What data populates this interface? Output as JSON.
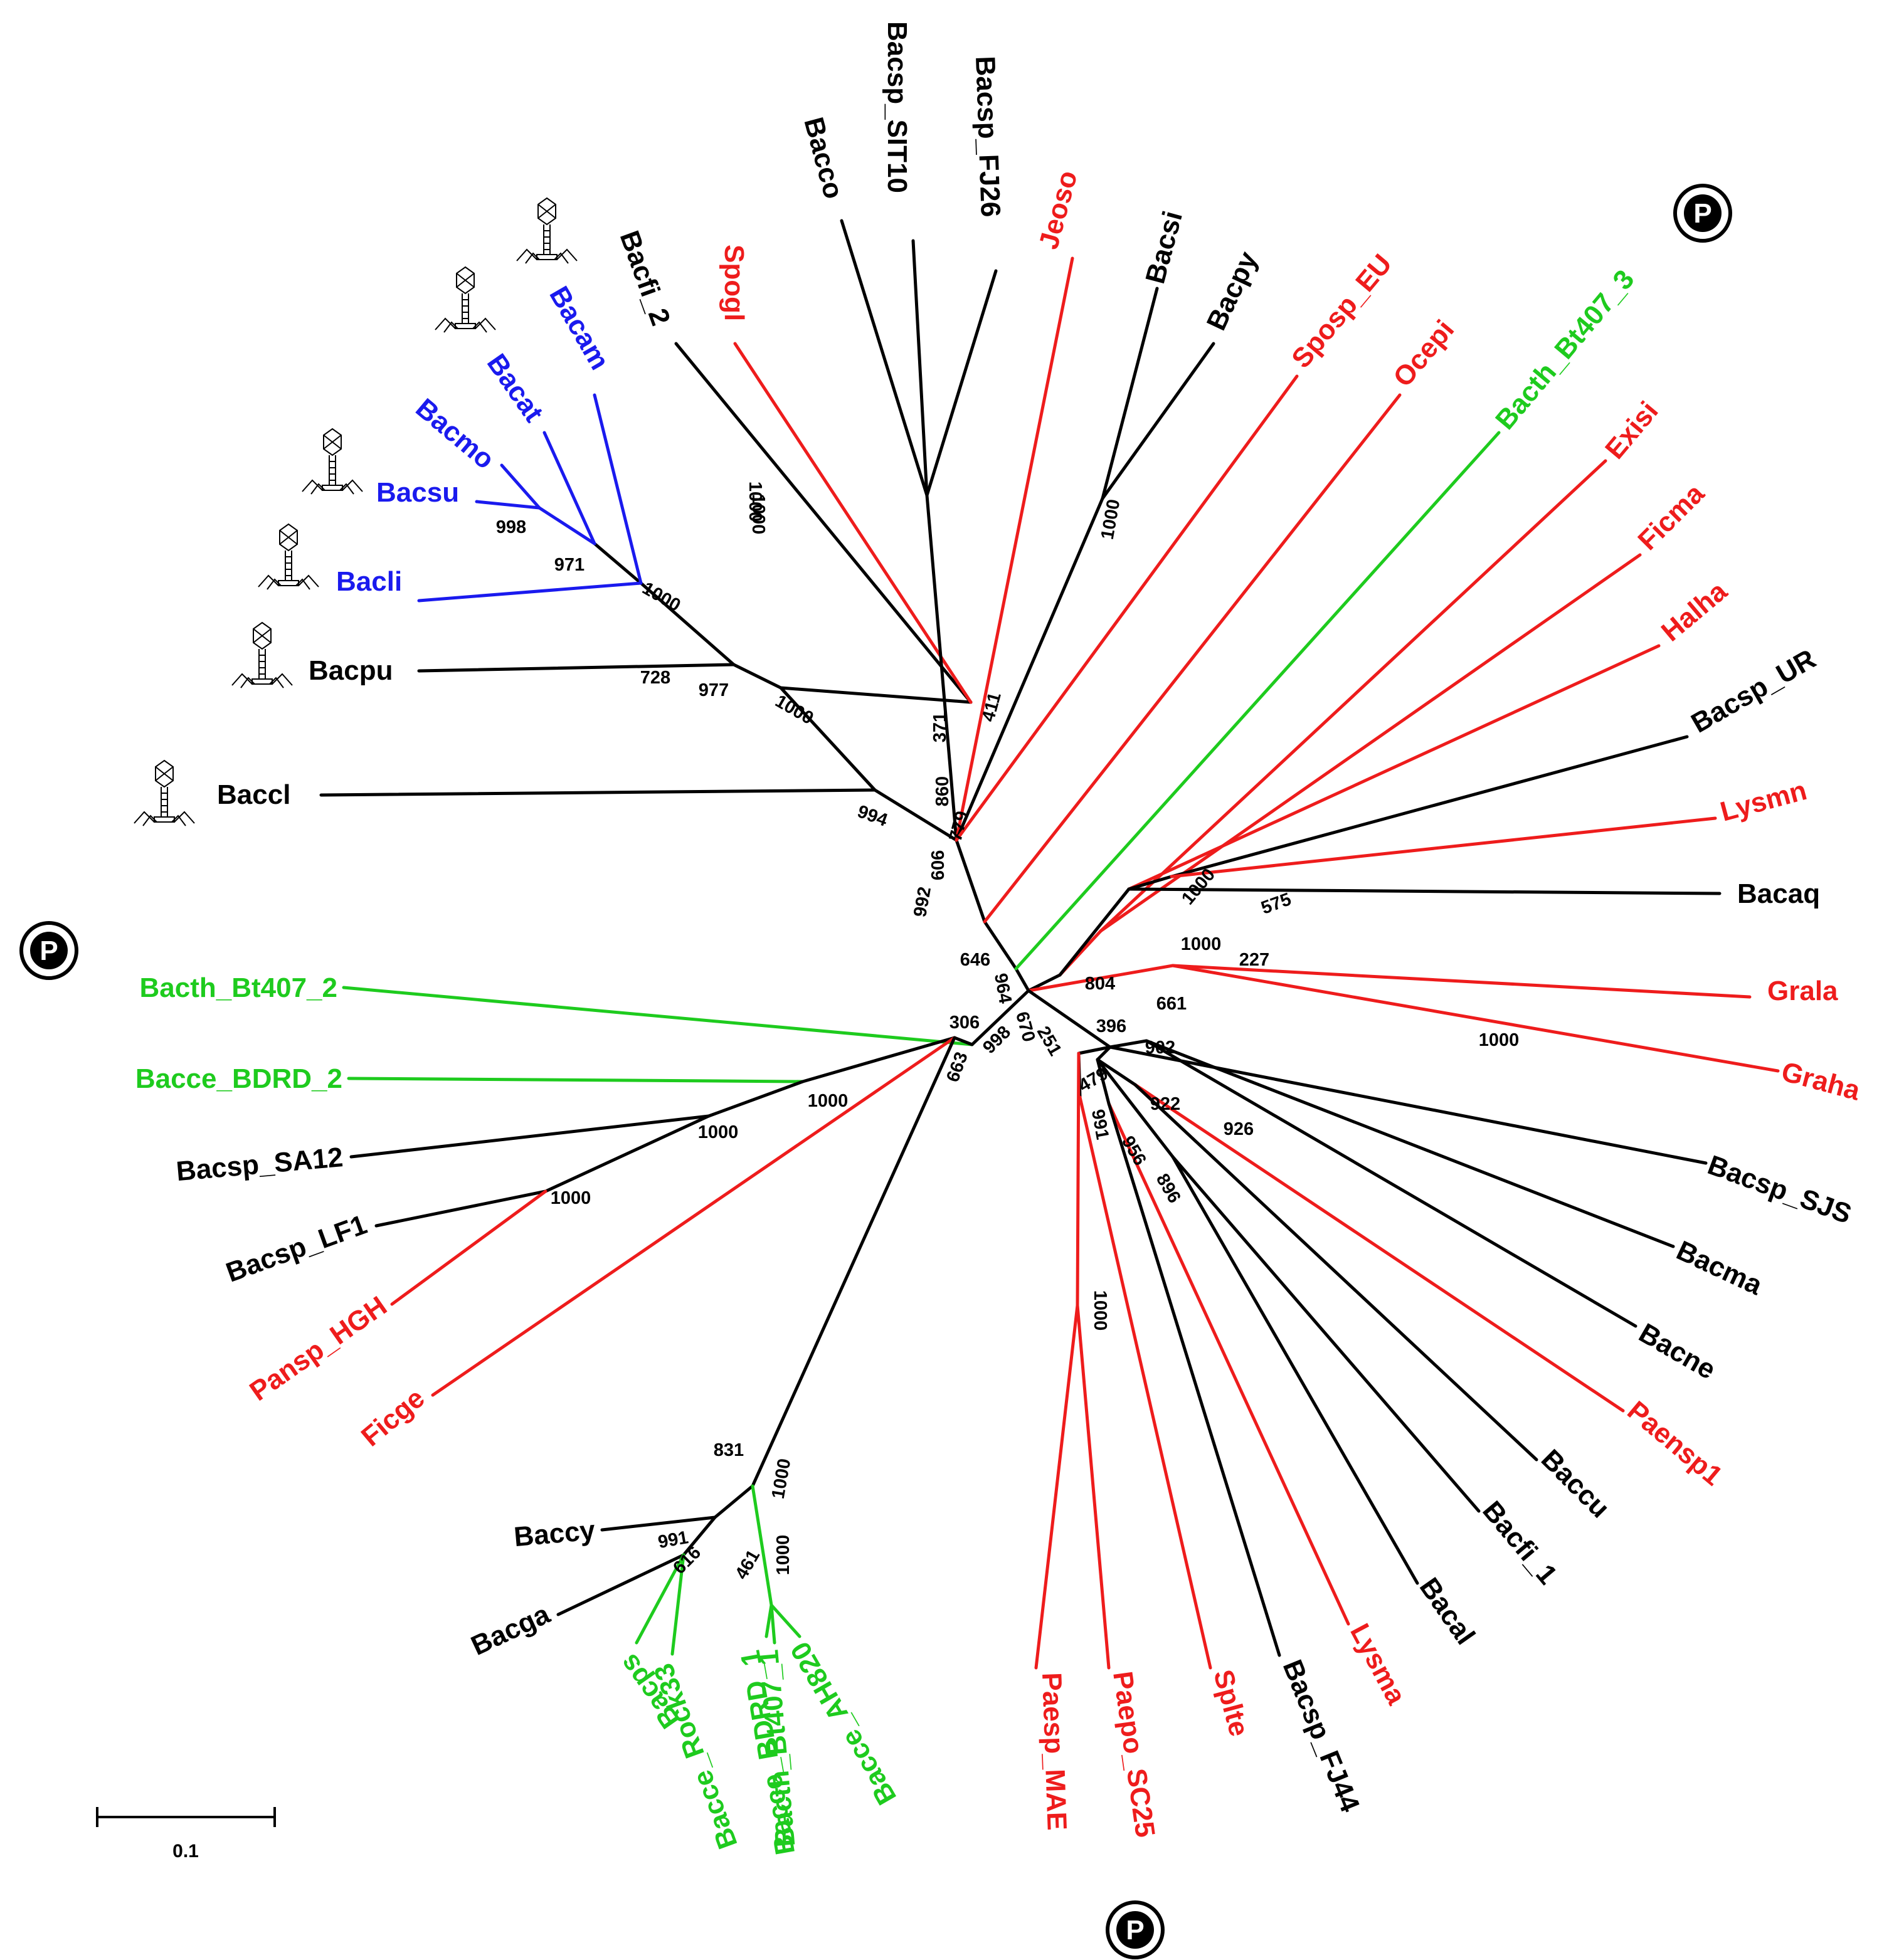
{
  "colors": {
    "black": "#000000",
    "red": "#ee1c1c",
    "green": "#1ecb1e",
    "blue": "#1a1aee"
  },
  "leaves": [
    {
      "id": "Baccl",
      "label": "Baccl",
      "color": "black"
    },
    {
      "id": "Bacpu",
      "label": "Bacpu",
      "color": "black"
    },
    {
      "id": "Bacli",
      "label": "Bacli",
      "color": "blue"
    },
    {
      "id": "Bacsu",
      "label": "Bacsu",
      "color": "blue"
    },
    {
      "id": "Bacmo",
      "label": "Bacmo",
      "color": "blue"
    },
    {
      "id": "Bacat",
      "label": "Bacat",
      "color": "blue"
    },
    {
      "id": "Bacam",
      "label": "Bacam",
      "color": "blue"
    },
    {
      "id": "Bacfi_2",
      "label": "Bacfi_2",
      "color": "black"
    },
    {
      "id": "Spogl",
      "label": "Spogl",
      "color": "red"
    },
    {
      "id": "Bacco",
      "label": "Bacco",
      "color": "black"
    },
    {
      "id": "Bacsp_SIT10",
      "label": "Bacsp_SIT10",
      "color": "black"
    },
    {
      "id": "Bacsp_FJ26",
      "label": "Bacsp_FJ26",
      "color": "black"
    },
    {
      "id": "Jeoso",
      "label": "Jeoso",
      "color": "red"
    },
    {
      "id": "Bacsi",
      "label": "Bacsi",
      "color": "black"
    },
    {
      "id": "Bacpy",
      "label": "Bacpy",
      "color": "black"
    },
    {
      "id": "Sposp_EU",
      "label": "Sposp_EU",
      "color": "red"
    },
    {
      "id": "Ocepi",
      "label": "Ocepi",
      "color": "red"
    },
    {
      "id": "Bacth_Bt407_3",
      "label": "Bacth_Bt407_3",
      "color": "green"
    },
    {
      "id": "Exisi",
      "label": "Exisi",
      "color": "red"
    },
    {
      "id": "Ficma",
      "label": "Ficma",
      "color": "red"
    },
    {
      "id": "Halha",
      "label": "Halha",
      "color": "red"
    },
    {
      "id": "Bacsp_UR",
      "label": "Bacsp_UR",
      "color": "black"
    },
    {
      "id": "Lysmn",
      "label": "Lysmn",
      "color": "red"
    },
    {
      "id": "Bacaq",
      "label": "Bacaq",
      "color": "black"
    },
    {
      "id": "Grala",
      "label": "Grala",
      "color": "red"
    },
    {
      "id": "Graha",
      "label": "Graha",
      "color": "red"
    },
    {
      "id": "Bacsp_SJS",
      "label": "Bacsp_SJS",
      "color": "black"
    },
    {
      "id": "Bacma",
      "label": "Bacma",
      "color": "black"
    },
    {
      "id": "Bacne",
      "label": "Bacne",
      "color": "black"
    },
    {
      "id": "Paensp1",
      "label": "Paensp1",
      "color": "red"
    },
    {
      "id": "Baccu",
      "label": "Baccu",
      "color": "black"
    },
    {
      "id": "Bacfi_1",
      "label": "Bacfi_1",
      "color": "black"
    },
    {
      "id": "Bacal",
      "label": "Bacal",
      "color": "black"
    },
    {
      "id": "Lysma",
      "label": "Lysma",
      "color": "red"
    },
    {
      "id": "Bacsp_FJ44",
      "label": "Bacsp_FJ44",
      "color": "black"
    },
    {
      "id": "Splte",
      "label": "Splte",
      "color": "red"
    },
    {
      "id": "Paepo_SC25",
      "label": "Paepo_SC25",
      "color": "red"
    },
    {
      "id": "Paesp_MAE",
      "label": "Paesp_MAE",
      "color": "red"
    },
    {
      "id": "Bacce_AH820",
      "label": "Bacce_AH820",
      "color": "green"
    },
    {
      "id": "Bacth_Bt407_1",
      "label": "Bacth_Bt407_1",
      "color": "green"
    },
    {
      "id": "Bacce_BDRD_1",
      "label": "Bacce_BDRD_1",
      "color": "green"
    },
    {
      "id": "Bacce_Rock33",
      "label": "Bacce_Rock33",
      "color": "green"
    },
    {
      "id": "Bacps",
      "label": "Bacps",
      "color": "green"
    },
    {
      "id": "Bacga",
      "label": "Bacga",
      "color": "black"
    },
    {
      "id": "Baccy",
      "label": "Baccy",
      "color": "black"
    },
    {
      "id": "Ficge",
      "label": "Ficge",
      "color": "red"
    },
    {
      "id": "Pansp_HGH",
      "label": "Pansp_HGH",
      "color": "red"
    },
    {
      "id": "Bacsp_LF1",
      "label": "Bacsp_LF1",
      "color": "black"
    },
    {
      "id": "Bacsp_SA12",
      "label": "Bacsp_SA12",
      "color": "black"
    },
    {
      "id": "Bacce_BDRD_2",
      "label": "Bacce_BDRD_2",
      "color": "green"
    },
    {
      "id": "Bacth_Bt407_2",
      "label": "Bacth_Bt407_2",
      "color": "green"
    }
  ],
  "bootstrap_values": [
    "998",
    "971",
    "1000",
    "728",
    "977",
    "1000",
    "1000",
    "994",
    "1000",
    "371",
    "411",
    "860",
    "779",
    "909",
    "992",
    "646",
    "964",
    "1000",
    "1000",
    "575",
    "1000",
    "227",
    "804",
    "661",
    "1000",
    "396",
    "902",
    "479",
    "922",
    "926",
    "991",
    "956",
    "896",
    "1000",
    "670",
    "251",
    "306",
    "998",
    "663",
    "1000",
    "1000",
    "1000",
    "831",
    "991",
    "616",
    "461",
    "1000",
    "1000"
  ],
  "phage_markers": [
    "Baccl",
    "Bacpu",
    "Bacli",
    "Bacsu",
    "Bacat",
    "Bacam"
  ],
  "p_marker_letter": "P",
  "p_markers": [
    "Bacth_Bt407_3",
    "Bacth_Bt407_2",
    "Paepo_SC25"
  ],
  "scale_bar": {
    "label": "0.1"
  }
}
